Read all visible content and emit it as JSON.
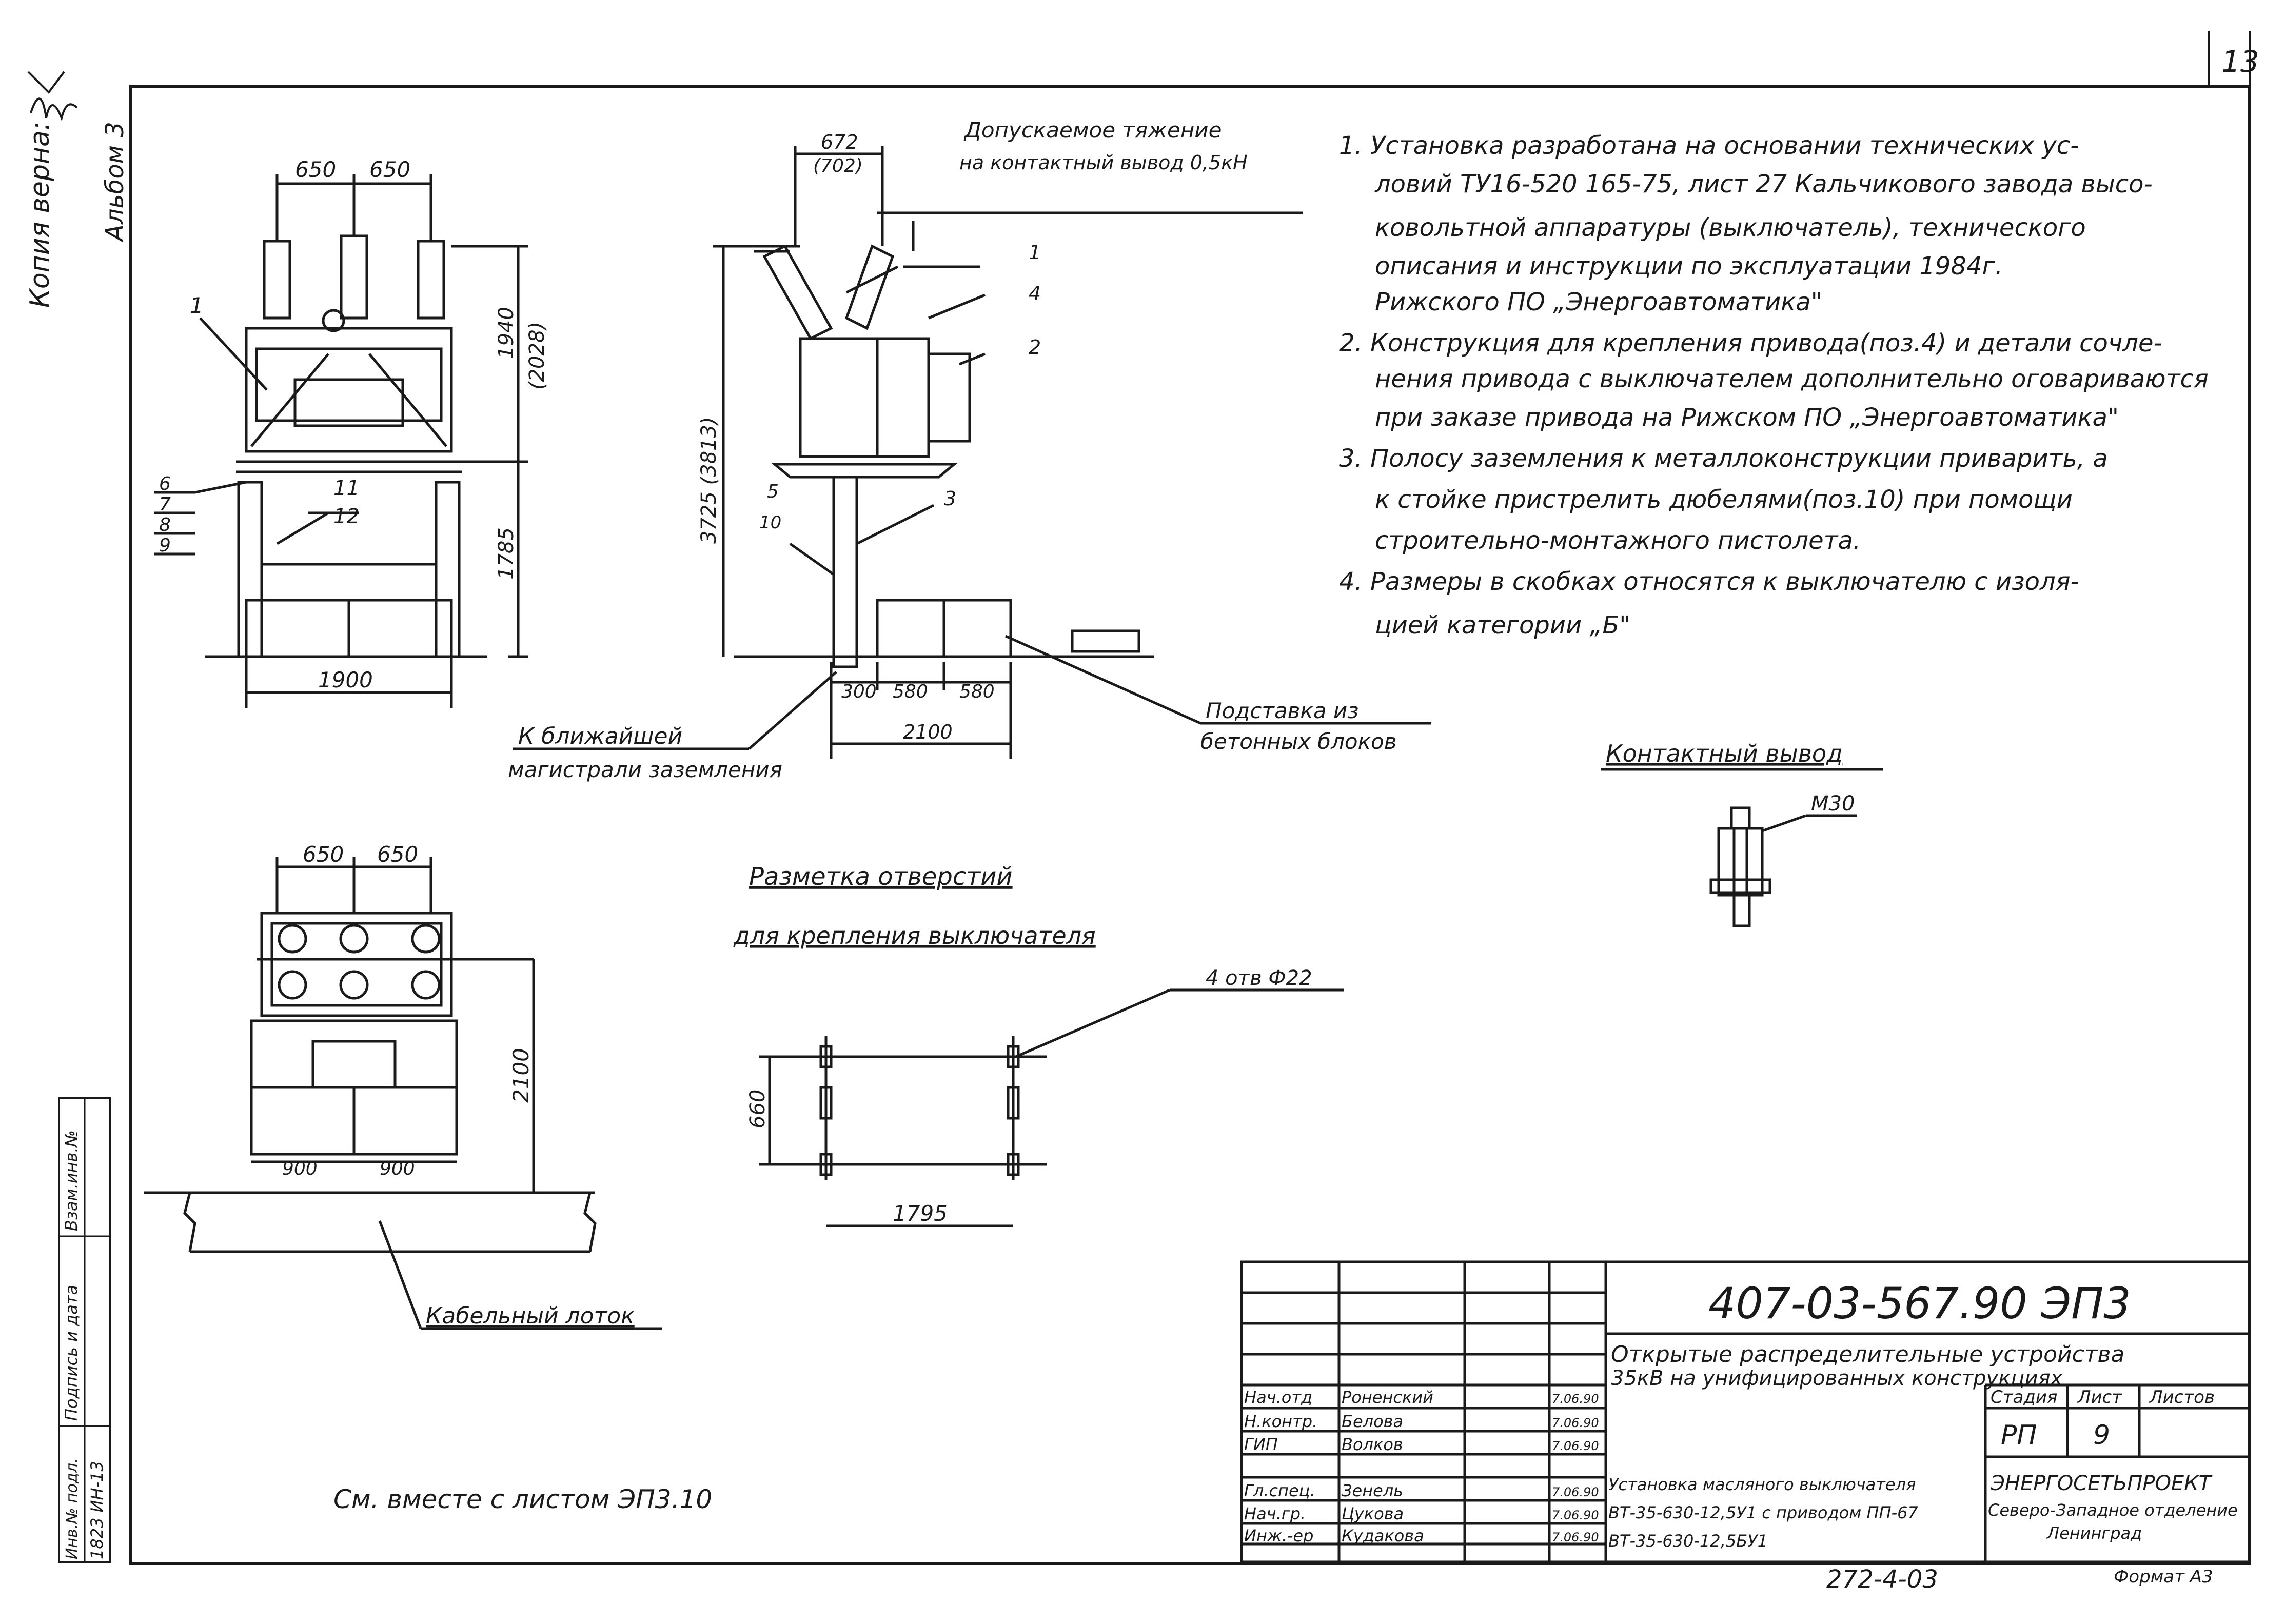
{
  "sheet_number": "13",
  "side_stamp": {
    "copy_label": "Копия верна:",
    "album": "Альбом 3"
  },
  "notes": [
    "1. Установка разработана на основании технических ус-",
    "ловий ТУ16-520 165-75, лист 27 Кальчикового завода высо-",
    "ковольтной аппаратуры (выключатель), технического",
    "описания и инструкции по эксплуатации 1984г.",
    "Рижского ПО „Энергоавтоматика\"",
    "2. Конструкция для крепления привода(поз.4) и детали сочле-",
    "нения привода с выключателем дополнительно оговариваются",
    "при заказе привода на Рижском ПО „Энергоавтоматика\"",
    "3. Полосу заземления к металлоконструкции приварить, а",
    "к стойке пристрелить дюбелями(поз.10) при помощи",
    "строительно-монтажного пистолета.",
    "4. Размеры в скобках относятся к выключателю с изоля-",
    "цией категории „Б\""
  ],
  "front_view": {
    "dim_650_a": "650",
    "dim_650_b": "650",
    "dim_1940": "1940",
    "dim_2028": "(2028)",
    "dim_1785": "1785",
    "dim_1900": "1900",
    "pos_1": "1",
    "pos_6": "6",
    "pos_7": "7",
    "pos_8": "8",
    "pos_9": "9",
    "pos_11": "11",
    "pos_12": "12"
  },
  "side_view": {
    "dim_672": "672",
    "dim_702": "(702)",
    "tension_line1": "Допускаемое тяжение",
    "tension_line2": "на контактный вывод 0,5кН",
    "dim_height": "3725 (3813)",
    "pos_1": "1",
    "pos_2": "2",
    "pos_3": "3",
    "pos_4": "4",
    "pos_5": "5",
    "pos_10": "10",
    "dim_300": "300",
    "dim_580a": "580",
    "dim_580b": "580",
    "dim_2100": "2100",
    "ground_line1": "К ближайшей",
    "ground_line2": "магистрали заземления",
    "blocks_line1": "Подставка из",
    "blocks_line2": "бетонных блоков"
  },
  "contact": {
    "title": "Контактный вывод",
    "thread": "М30"
  },
  "plan_view": {
    "dim_650_a": "650",
    "dim_650_b": "650",
    "dim_2100": "2100",
    "dim_900_a": "900",
    "dim_900_b": "900",
    "cable_tray": "Кабельный лоток"
  },
  "holes": {
    "title1": "Разметка отверстий",
    "title2": "для крепления выключателя",
    "holes_label": "4 отв Ф22",
    "dim_660": "660",
    "dim_1795": "1795"
  },
  "together_note": "См. вместе с листом ЭП3.10",
  "left_stamp": {
    "inv_orig": "Инв.№ подл.",
    "inv_value": "1823 ИН-13",
    "sign_date": "Подпись и дата",
    "replace": "Взам.инв.№"
  },
  "title_block": {
    "code": "407-03-567.90 ЭП3",
    "title_line1": "Открытые распределительные устройства",
    "title_line2": "35кВ на унифицированных конструкциях",
    "stage_label": "Стадия",
    "sheet_label": "Лист",
    "sheets_label": "Листов",
    "stage_value": "РП",
    "sheet_value": "9",
    "doc_line1": "Установка масляного выключателя",
    "doc_line2": "ВТ-35-630-12,5У1 с приводом ПП-67",
    "doc_line3": "ВТ-35-630-12,5БУ1",
    "org_line1": "ЭНЕРГОСЕТЬПРОЕКТ",
    "org_line2": "Северо-Западное отделение",
    "org_line3": "Ленинград",
    "signers": [
      {
        "role": "Нач.отд",
        "name": "Роненский",
        "date": "7.06.90"
      },
      {
        "role": "Н.контр.",
        "name": "Белова",
        "date": "7.06.90"
      },
      {
        "role": "ГИП",
        "name": "Волков",
        "date": "7.06.90"
      },
      {
        "role": "Гл.спец.",
        "name": "Зенель",
        "date": "7.06.90"
      },
      {
        "role": "Нач.гр.",
        "name": "Цукова",
        "date": "7.06.90"
      },
      {
        "role": "Инж.-ер",
        "name": "Кудакова",
        "date": "7.06.90"
      }
    ]
  },
  "bottom_code": "272-4-03",
  "format": "Формат А3"
}
